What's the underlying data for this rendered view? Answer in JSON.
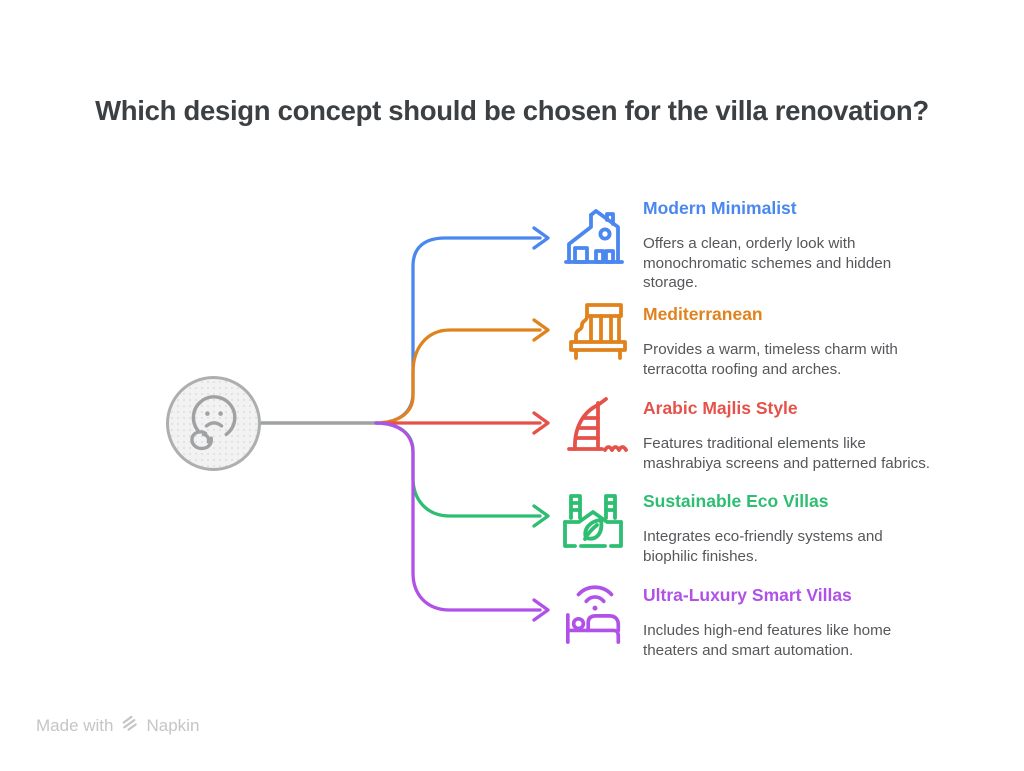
{
  "canvas": {
    "background": "#FFFFFF"
  },
  "title": {
    "text": "Which design concept should be chosen for the villa renovation?",
    "color": "#3D4043"
  },
  "center_node": {
    "icon": "thinking-face-icon",
    "color": "#9FA1A3",
    "ring_color": "#ACAEB0",
    "fill": "#F2F2F3"
  },
  "description_color": "#55575A",
  "branches": [
    {
      "label": "Modern Minimalist",
      "color": "#4A87EE",
      "icon": "modern-house-icon",
      "description_lines": [
        "Offers a clean, orderly look with",
        "monochromatic schemes and hidden",
        "storage."
      ]
    },
    {
      "label": "Mediterranean",
      "color": "#E0831E",
      "icon": "mediterranean-villa-icon",
      "description_lines": [
        "Provides a warm, timeless charm with",
        "terracotta roofing and arches."
      ]
    },
    {
      "label": "Arabic Majlis Style",
      "color": "#E5524A",
      "icon": "burj-al-arab-icon",
      "description_lines": [
        "Features traditional elements like",
        "mashrabiya screens and patterned fabrics."
      ]
    },
    {
      "label": "Sustainable Eco Villas",
      "color": "#2EBE72",
      "icon": "eco-factory-leaf-icon",
      "description_lines": [
        "Integrates eco-friendly systems and",
        "biophilic finishes."
      ]
    },
    {
      "label": "Ultra-Luxury Smart Villas",
      "color": "#B052E8",
      "icon": "smart-bed-wifi-icon",
      "description_lines": [
        "Includes high-end features like home",
        "theaters and smart automation."
      ]
    }
  ],
  "footer": {
    "made_with": "Made with",
    "brand": "Napkin",
    "color": "#C4C5C7"
  }
}
